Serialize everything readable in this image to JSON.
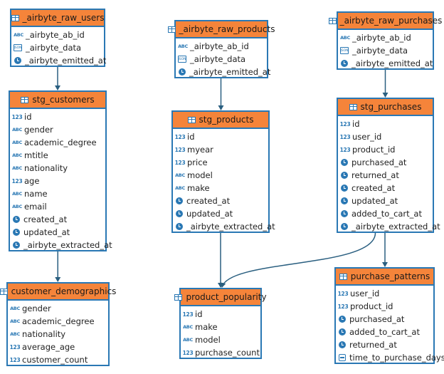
{
  "tables": [
    {
      "id": "raw_users",
      "title": "_airbyte_raw_users",
      "columns": [
        {
          "name": "_airbyte_ab_id",
          "type": "string"
        },
        {
          "name": "_airbyte_data",
          "type": "json"
        },
        {
          "name": "_airbyte_emitted_at",
          "type": "timestamp"
        }
      ]
    },
    {
      "id": "raw_products",
      "title": "_airbyte_raw_products",
      "columns": [
        {
          "name": "_airbyte_ab_id",
          "type": "string"
        },
        {
          "name": "_airbyte_data",
          "type": "json"
        },
        {
          "name": "_airbyte_emitted_at",
          "type": "timestamp"
        }
      ]
    },
    {
      "id": "raw_purchases",
      "title": "_airbyte_raw_purchases",
      "columns": [
        {
          "name": "_airbyte_ab_id",
          "type": "string"
        },
        {
          "name": "_airbyte_data",
          "type": "json"
        },
        {
          "name": "_airbyte_emitted_at",
          "type": "timestamp"
        }
      ]
    },
    {
      "id": "stg_customers",
      "title": "stg_customers",
      "columns": [
        {
          "name": "id",
          "type": "number"
        },
        {
          "name": "gender",
          "type": "string"
        },
        {
          "name": "academic_degree",
          "type": "string"
        },
        {
          "name": "mtitle",
          "type": "string"
        },
        {
          "name": "nationality",
          "type": "string"
        },
        {
          "name": "age",
          "type": "number"
        },
        {
          "name": "name",
          "type": "string"
        },
        {
          "name": "email",
          "type": "string"
        },
        {
          "name": "created_at",
          "type": "timestamp"
        },
        {
          "name": "updated_at",
          "type": "timestamp"
        },
        {
          "name": "_airbyte_extracted_at",
          "type": "timestamp"
        }
      ]
    },
    {
      "id": "stg_products",
      "title": "stg_products",
      "columns": [
        {
          "name": "id",
          "type": "number"
        },
        {
          "name": "myear",
          "type": "number"
        },
        {
          "name": "price",
          "type": "number"
        },
        {
          "name": "model",
          "type": "string"
        },
        {
          "name": "make",
          "type": "string"
        },
        {
          "name": "created_at",
          "type": "timestamp"
        },
        {
          "name": "updated_at",
          "type": "timestamp"
        },
        {
          "name": "_airbyte_extracted_at",
          "type": "timestamp"
        }
      ]
    },
    {
      "id": "stg_purchases",
      "title": "stg_purchases",
      "columns": [
        {
          "name": "id",
          "type": "number"
        },
        {
          "name": "user_id",
          "type": "number"
        },
        {
          "name": "product_id",
          "type": "number"
        },
        {
          "name": "purchased_at",
          "type": "timestamp"
        },
        {
          "name": "returned_at",
          "type": "timestamp"
        },
        {
          "name": "created_at",
          "type": "timestamp"
        },
        {
          "name": "updated_at",
          "type": "timestamp"
        },
        {
          "name": "added_to_cart_at",
          "type": "timestamp"
        },
        {
          "name": "_airbyte_extracted_at",
          "type": "timestamp"
        }
      ]
    },
    {
      "id": "customer_demographics",
      "title": "customer_demographics",
      "columns": [
        {
          "name": "gender",
          "type": "string"
        },
        {
          "name": "academic_degree",
          "type": "string"
        },
        {
          "name": "nationality",
          "type": "string"
        },
        {
          "name": "average_age",
          "type": "number"
        },
        {
          "name": "customer_count",
          "type": "number"
        }
      ]
    },
    {
      "id": "product_popularity",
      "title": "product_popularity",
      "columns": [
        {
          "name": "id",
          "type": "number"
        },
        {
          "name": "make",
          "type": "string"
        },
        {
          "name": "model",
          "type": "string"
        },
        {
          "name": "purchase_count",
          "type": "number"
        }
      ]
    },
    {
      "id": "purchase_patterns",
      "title": "purchase_patterns",
      "columns": [
        {
          "name": "user_id",
          "type": "number"
        },
        {
          "name": "product_id",
          "type": "number"
        },
        {
          "name": "purchased_at",
          "type": "timestamp"
        },
        {
          "name": "added_to_cart_at",
          "type": "timestamp"
        },
        {
          "name": "returned_at",
          "type": "timestamp"
        },
        {
          "name": "time_to_purchase_days",
          "type": "interval"
        }
      ]
    }
  ],
  "edges": [
    {
      "from": "raw_users",
      "to": "stg_customers"
    },
    {
      "from": "raw_products",
      "to": "stg_products"
    },
    {
      "from": "raw_purchases",
      "to": "stg_purchases"
    },
    {
      "from": "stg_customers",
      "to": "customer_demographics"
    },
    {
      "from": "stg_products",
      "to": "product_popularity"
    },
    {
      "from": "stg_purchases",
      "to": "product_popularity"
    },
    {
      "from": "stg_purchases",
      "to": "purchase_patterns"
    }
  ],
  "type_icons": {
    "number": "123",
    "string": "ABC",
    "json": "JSON",
    "timestamp": "clock-icon",
    "interval": "interval-icon"
  },
  "colors": {
    "header": "#f5843a",
    "border": "#2a78b4",
    "edge": "#2a5f80"
  }
}
